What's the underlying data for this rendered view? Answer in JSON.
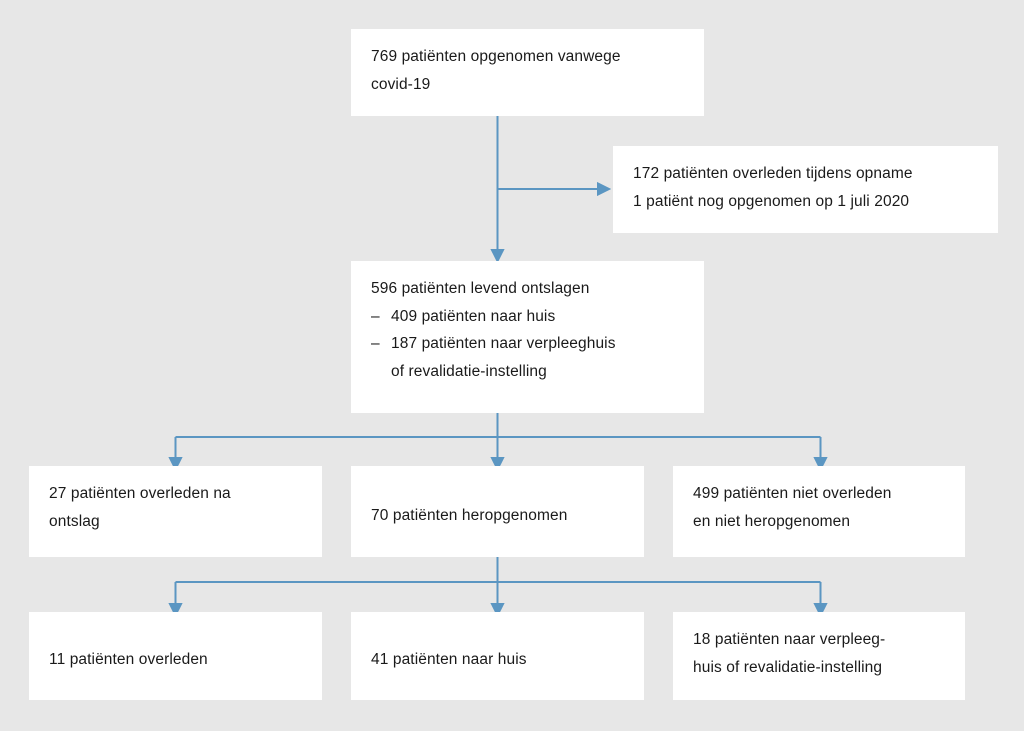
{
  "diagram": {
    "title": "Patient flow covid-19 opname",
    "language": "nl",
    "colors": {
      "background": "#e7e7e7",
      "box_fill": "#ffffff",
      "connector": "#5b96c2",
      "text": "#1a1a1a"
    },
    "nodes": [
      {
        "id": "admitted",
        "lines": [
          "769 patiënten opgenomen vanwege",
          "covid-19"
        ],
        "count": 769
      },
      {
        "id": "died-or-still-admitted",
        "lines": [
          "172 patiënten overleden tijdens opname",
          "1 patiënt nog opgenomen op 1 juli 2020"
        ],
        "counts": [
          172,
          1
        ]
      },
      {
        "id": "discharged-alive",
        "heading": "596 patiënten levend ontslagen",
        "count": 596,
        "bullets": [
          {
            "dash": "–",
            "text": "409 patiënten naar huis",
            "continuation": ""
          },
          {
            "dash": "–",
            "text": "187 patiënten naar verpleeghuis",
            "continuation": "of revalidatie-instelling"
          }
        ]
      },
      {
        "id": "died-after-discharge",
        "lines": [
          "27 patiënten overleden na",
          "ontslag"
        ],
        "count": 27
      },
      {
        "id": "readmitted",
        "lines": [
          "70 patiënten heropgenomen"
        ],
        "count": 70
      },
      {
        "id": "not-died-not-readmitted",
        "lines": [
          "499 patiënten niet overleden",
          "en niet heropgenomen"
        ],
        "count": 499
      },
      {
        "id": "readmit-died",
        "lines": [
          "11 patiënten overleden"
        ],
        "count": 11
      },
      {
        "id": "readmit-home",
        "lines": [
          "41 patiënten naar huis"
        ],
        "count": 41
      },
      {
        "id": "readmit-nursing",
        "lines": [
          "18 patiënten naar verpleeg-",
          "huis of revalidatie-instelling"
        ],
        "count": 18
      }
    ]
  }
}
